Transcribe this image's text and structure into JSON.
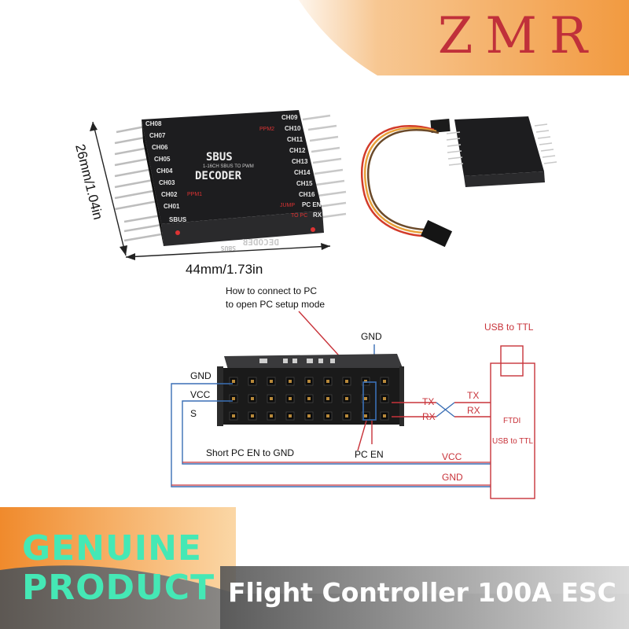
{
  "brand": {
    "text": "ZMR"
  },
  "product_photo": {
    "dimension_height": "26mm/1.04in",
    "dimension_width": "44mm/1.73in",
    "board_title": "SBUS",
    "board_subtitle": "1-16CH SBUS TO PWM",
    "board_name": "DECODER",
    "bottom_mirror_text": "DECODER",
    "bottom_mirror_sub": "SBUS",
    "left_labels": [
      "CH08",
      "CH07",
      "CH06",
      "CH05",
      "CH04",
      "CH03",
      "CH02",
      "CH01",
      "SBUS"
    ],
    "ppm_label_left": "PPM1",
    "ppm_label_right": "PPM2",
    "right_labels": [
      "CH09",
      "CH10",
      "CH11",
      "CH12",
      "CH13",
      "CH14",
      "CH15",
      "CH16",
      "PC EN",
      "RX"
    ],
    "jump_label": "JUMP",
    "to_pc_label": "TO PC"
  },
  "wiring": {
    "note_line1": "How to connect to PC",
    "note_line2": "to open PC setup mode",
    "gnd_top": "GND",
    "pin_gnd": "GND",
    "pin_vcc": "VCC",
    "pin_s": "S",
    "short_label": "Short PC EN to GND",
    "pc_en_label": "PC EN",
    "tx_board": "TX",
    "rx_board": "RX",
    "tx_ftdi": "TX",
    "rx_ftdi": "RX",
    "vcc_wire": "VCC",
    "gnd_wire": "GND",
    "usb_ttl_title": "USB to TTL",
    "ftdi_label": "FTDI",
    "ftdi_sub": "USB to TTL"
  },
  "footer": {
    "badge_line1": "GENUINE",
    "badge_line2": "PRODUCT",
    "title": "Flight Controller 100A ESC"
  },
  "colors": {
    "brand": "#c0303a",
    "badge_text": "#45e8b5",
    "wire_red": "#c8333a",
    "wire_blue": "#3a6fb5",
    "orange": "#f39a3c",
    "board": "#1c1c1e"
  }
}
